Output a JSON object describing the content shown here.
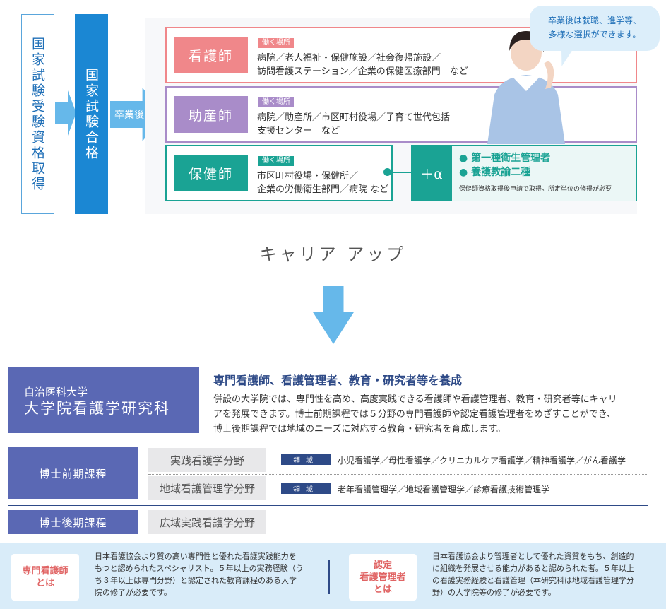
{
  "flow": {
    "qualification": "国家試験受験資格取得",
    "pass": "国家試験合格",
    "after_grad": "卒業後"
  },
  "jobs": [
    {
      "title": "看護師",
      "tag": "働く場所",
      "line1": "病院／老人福祉・保健施設／社会復帰施設／",
      "line2": "訪問看護ステーション／企業の保健医療部門　など",
      "color": "#f0878a"
    },
    {
      "title": "助産師",
      "tag": "働く場所",
      "line1": "病院／助産所／市区町村役場／子育て世代包括",
      "line2": "支援センター　など",
      "color": "#a98cc9"
    },
    {
      "title": "保健師",
      "tag": "働く場所",
      "line1": "市区町村役場・保健所／",
      "line2": "企業の労働衛生部門／病院 など",
      "color": "#1aa394"
    }
  ],
  "plus_alpha": {
    "label": "＋α",
    "items": [
      "第一種衛生管理者",
      "養護教諭二種"
    ],
    "note": "保健師資格取得後申請で取得。所定単位の修得が必要"
  },
  "bubble": {
    "line1": "卒業後は就職、進学等、",
    "line2": "多様な選択ができます。"
  },
  "career_up": "キャリア アップ",
  "university": {
    "sub": "自治医科大学",
    "main": "大学院看護学研究科"
  },
  "intro": {
    "title": "専門看護師、看護管理者、教育・研究者等を養成",
    "lines": [
      "併設の大学院では、専門性を高め、高度実践できる看護師や看護管理者、教育・研究者等にキャリ",
      "アを発展できます。博士前期課程では５分野の専門看護師や認定看護管理者をめざすことができ、",
      "博士後期課程では地域のニーズに対応する教育・研究者を育成します。"
    ]
  },
  "courses": {
    "master": "博士前期課程",
    "doctor": "博士後期課程",
    "fields": [
      {
        "name": "実践看護学分野",
        "ryoiki": "領域",
        "areas": "小児看護学／母性看護学／クリニカルケア看護学／精神看護学／がん看護学"
      },
      {
        "name": "地域看護管理学分野",
        "ryoiki": "領域",
        "areas": "老年看護管理学／地域看護管理学／診療看護技術管理学"
      }
    ],
    "doctor_field": "広域実践看護学分野"
  },
  "terms": [
    {
      "label_lines": [
        "専門看護師",
        "とは"
      ],
      "text": [
        "日本看護協会より質の高い専門性と優れた看護実践能力を",
        "もつと認められたスペシャリスト。５年以上の実務経験（う",
        "ち３年以上は専門分野）と認定された教育課程のある大学",
        "院の修了が必要です。"
      ]
    },
    {
      "label_lines": [
        "認定",
        "看護管理者",
        "とは"
      ],
      "text": [
        "日本看護協会より管理者として優れた資質をもち、創造的",
        "に組織を発展させる能力があると認められた者。５年以上",
        "の看護実務経験と看護管理（本研究科は地域看護管理学分",
        "野）の大学院等の修了が必要です。"
      ]
    }
  ]
}
